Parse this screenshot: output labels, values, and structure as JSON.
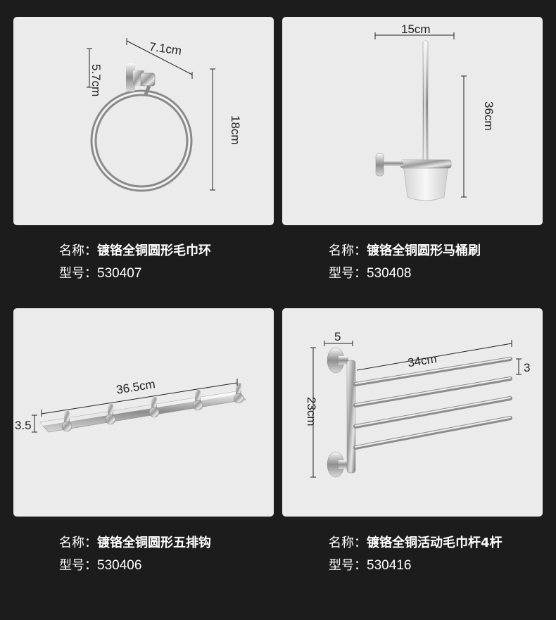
{
  "products": [
    {
      "name_label": "名称：",
      "name": "镀铬全铜圆形毛巾环",
      "model_label": "型号：",
      "model": "530407",
      "dimensions": [
        "7.1cm",
        "5.7cm",
        "18cm"
      ]
    },
    {
      "name_label": "名称：",
      "name": "镀铬全铜圆形马桶刷",
      "model_label": "型号：",
      "model": "530408",
      "dimensions": [
        "15cm",
        "36cm"
      ]
    },
    {
      "name_label": "名称：",
      "name": "镀铬全铜圆形五排钩",
      "model_label": "型号：",
      "model": "530406",
      "dimensions": [
        "36.5cm",
        "3.5"
      ]
    },
    {
      "name_label": "名称：",
      "name": "镀铬全铜活动毛巾杆4杆",
      "model_label": "型号：",
      "model": "530416",
      "dimensions": [
        "5",
        "34cm",
        "3",
        "23cm"
      ]
    }
  ]
}
